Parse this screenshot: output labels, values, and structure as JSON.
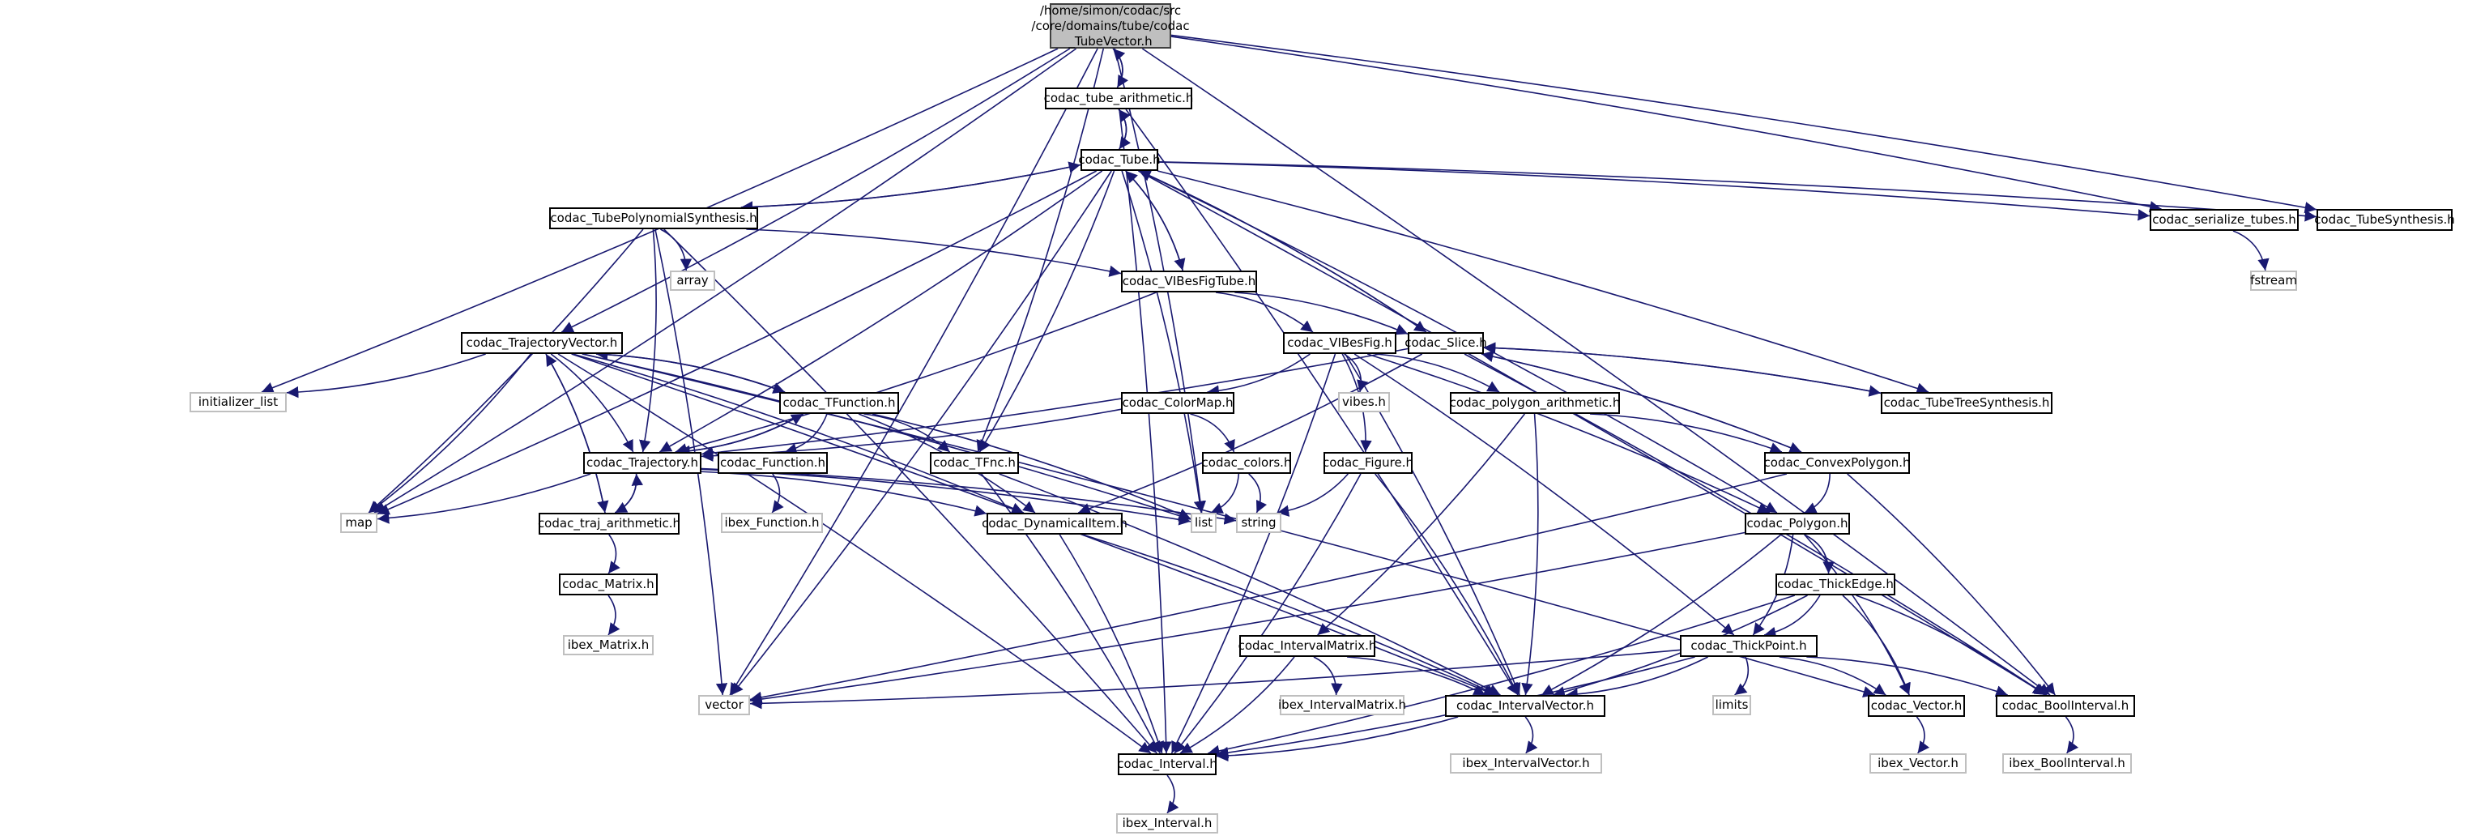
{
  "diagram": {
    "title": "Include dependency graph for codac_TubeVector.h",
    "colors": {
      "edge": "#191970",
      "root_fill": "#bfbfbf",
      "root_border": "#404040",
      "node_border": "#000000",
      "external_border": "#bfbfbf"
    },
    "nodes": [
      {
        "id": "root",
        "label": "/home/simon/codac/src\n/core/domains/tube/codac\n_TubeVector.h",
        "kind": "root"
      },
      {
        "id": "tube_arith",
        "label": "codac_tube_arithmetic.h",
        "kind": "internal"
      },
      {
        "id": "tube",
        "label": "codac_Tube.h",
        "kind": "internal"
      },
      {
        "id": "tps",
        "label": "codac_TubePolynomialSynthesis.h",
        "kind": "internal"
      },
      {
        "id": "array",
        "label": "array",
        "kind": "external"
      },
      {
        "id": "vibesfigtube",
        "label": "codac_VIBesFigTube.h",
        "kind": "internal"
      },
      {
        "id": "trajvec",
        "label": "codac_TrajectoryVector.h",
        "kind": "internal"
      },
      {
        "id": "vibesfig",
        "label": "codac_VIBesFig.h",
        "kind": "internal"
      },
      {
        "id": "slice",
        "label": "codac_Slice.h",
        "kind": "internal"
      },
      {
        "id": "serialize",
        "label": "codac_serialize_tubes.h",
        "kind": "internal"
      },
      {
        "id": "tubesynth",
        "label": "codac_TubeSynthesis.h",
        "kind": "internal"
      },
      {
        "id": "fstream",
        "label": "fstream",
        "kind": "external"
      },
      {
        "id": "initlist",
        "label": "initializer_list",
        "kind": "external"
      },
      {
        "id": "tfunction",
        "label": "codac_TFunction.h",
        "kind": "internal"
      },
      {
        "id": "colormap",
        "label": "codac_ColorMap.h",
        "kind": "internal"
      },
      {
        "id": "vibes",
        "label": "vibes.h",
        "kind": "external"
      },
      {
        "id": "polyarith",
        "label": "codac_polygon_arithmetic.h",
        "kind": "internal"
      },
      {
        "id": "treesynth",
        "label": "codac_TubeTreeSynthesis.h",
        "kind": "internal"
      },
      {
        "id": "trajectory",
        "label": "codac_Trajectory.h",
        "kind": "internal"
      },
      {
        "id": "function",
        "label": "codac_Function.h",
        "kind": "internal"
      },
      {
        "id": "tfnc",
        "label": "codac_TFnc.h",
        "kind": "internal"
      },
      {
        "id": "colors",
        "label": "codac_colors.h",
        "kind": "internal"
      },
      {
        "id": "figure",
        "label": "codac_Figure.h",
        "kind": "internal"
      },
      {
        "id": "convexpoly",
        "label": "codac_ConvexPolygon.h",
        "kind": "internal"
      },
      {
        "id": "map",
        "label": "map",
        "kind": "external"
      },
      {
        "id": "trajarith",
        "label": "codac_traj_arithmetic.h",
        "kind": "internal"
      },
      {
        "id": "ibexfunction",
        "label": "ibex_Function.h",
        "kind": "external"
      },
      {
        "id": "dynitem",
        "label": "codac_DynamicalItem.h",
        "kind": "internal"
      },
      {
        "id": "list",
        "label": "list",
        "kind": "external"
      },
      {
        "id": "string",
        "label": "string",
        "kind": "external"
      },
      {
        "id": "polygon",
        "label": "codac_Polygon.h",
        "kind": "internal"
      },
      {
        "id": "matrix",
        "label": "codac_Matrix.h",
        "kind": "internal"
      },
      {
        "id": "thickedge",
        "label": "codac_ThickEdge.h",
        "kind": "internal"
      },
      {
        "id": "ibexmatrix",
        "label": "ibex_Matrix.h",
        "kind": "external"
      },
      {
        "id": "intervalmatrix",
        "label": "codac_IntervalMatrix.h",
        "kind": "internal"
      },
      {
        "id": "thickpoint",
        "label": "codac_ThickPoint.h",
        "kind": "internal"
      },
      {
        "id": "vector",
        "label": "vector",
        "kind": "external"
      },
      {
        "id": "ibexintervalmatrix",
        "label": "ibex_IntervalMatrix.h",
        "kind": "external"
      },
      {
        "id": "intervalvector",
        "label": "codac_IntervalVector.h",
        "kind": "internal"
      },
      {
        "id": "limits",
        "label": "limits",
        "kind": "external"
      },
      {
        "id": "cvector",
        "label": "codac_Vector.h",
        "kind": "internal"
      },
      {
        "id": "boolinterval",
        "label": "codac_BoolInterval.h",
        "kind": "internal"
      },
      {
        "id": "interval",
        "label": "codac_Interval.h",
        "kind": "internal"
      },
      {
        "id": "ibexintervalvector",
        "label": "ibex_IntervalVector.h",
        "kind": "external"
      },
      {
        "id": "ibexvector",
        "label": "ibex_Vector.h",
        "kind": "external"
      },
      {
        "id": "ibexboolinterval",
        "label": "ibex_BoolInterval.h",
        "kind": "external"
      },
      {
        "id": "ibexinterval",
        "label": "ibex_Interval.h",
        "kind": "external"
      }
    ],
    "edges": [
      [
        "root",
        "tube_arith"
      ],
      [
        "tube_arith",
        "root"
      ],
      [
        "tube_arith",
        "tube"
      ],
      [
        "tube",
        "tube_arith"
      ],
      [
        "root",
        "trajvec"
      ],
      [
        "root",
        "initlist"
      ],
      [
        "root",
        "map"
      ],
      [
        "root",
        "vector"
      ],
      [
        "root",
        "tfnc"
      ],
      [
        "root",
        "serialize"
      ],
      [
        "root",
        "tubesynth"
      ],
      [
        "root",
        "boolinterval"
      ],
      [
        "root",
        "list"
      ],
      [
        "tube_arith",
        "interval"
      ],
      [
        "tube_arith",
        "intervalvector"
      ],
      [
        "tube",
        "tps"
      ],
      [
        "tps",
        "tube"
      ],
      [
        "tube",
        "slice"
      ],
      [
        "slice",
        "tube"
      ],
      [
        "tube",
        "trajectory"
      ],
      [
        "tube",
        "tfnc"
      ],
      [
        "tube",
        "list"
      ],
      [
        "tube",
        "serialize"
      ],
      [
        "tube",
        "tubesynth"
      ],
      [
        "tube",
        "treesynth"
      ],
      [
        "tube",
        "boolinterval"
      ],
      [
        "tube",
        "polygon"
      ],
      [
        "tube",
        "vector"
      ],
      [
        "tube",
        "map"
      ],
      [
        "tube",
        "vibesfigtube"
      ],
      [
        "tps",
        "array"
      ],
      [
        "tps",
        "map"
      ],
      [
        "tps",
        "trajectory"
      ],
      [
        "tps",
        "interval"
      ],
      [
        "tps",
        "vector"
      ],
      [
        "tps",
        "vibesfigtube"
      ],
      [
        "vibesfigtube",
        "tube"
      ],
      [
        "vibesfigtube",
        "vibesfig"
      ],
      [
        "vibesfigtube",
        "slice"
      ],
      [
        "vibesfigtube",
        "trajectory"
      ],
      [
        "serialize",
        "fstream"
      ],
      [
        "trajvec",
        "initlist"
      ],
      [
        "trajvec",
        "map"
      ],
      [
        "trajvec",
        "trajectory"
      ],
      [
        "trajvec",
        "trajarith"
      ],
      [
        "trajarith",
        "trajvec"
      ],
      [
        "trajvec",
        "tfunction"
      ],
      [
        "tfunction",
        "trajvec"
      ],
      [
        "trajvec",
        "interval"
      ],
      [
        "trajvec",
        "cvector"
      ],
      [
        "trajvec",
        "list"
      ],
      [
        "trajvec",
        "dynitem"
      ],
      [
        "trajvec",
        "intervalvector"
      ],
      [
        "vibesfig",
        "colormap"
      ],
      [
        "vibesfig",
        "vibes"
      ],
      [
        "vibesfig",
        "polyarith"
      ],
      [
        "vibesfig",
        "figure"
      ],
      [
        "vibesfig",
        "interval"
      ],
      [
        "vibesfig",
        "thickpoint"
      ],
      [
        "vibesfig",
        "polygon"
      ],
      [
        "vibesfig",
        "intervalvector"
      ],
      [
        "slice",
        "treesynth"
      ],
      [
        "treesynth",
        "slice"
      ],
      [
        "slice",
        "convexpoly"
      ],
      [
        "convexpoly",
        "slice"
      ],
      [
        "slice",
        "dynitem"
      ],
      [
        "slice",
        "trajectory"
      ],
      [
        "slice",
        "boolinterval"
      ],
      [
        "tfunction",
        "function"
      ],
      [
        "tfunction",
        "tfnc"
      ],
      [
        "tfunction",
        "trajectory"
      ],
      [
        "trajectory",
        "tfunction"
      ],
      [
        "tfunction",
        "dynitem"
      ],
      [
        "tfunction",
        "list"
      ],
      [
        "colormap",
        "trajectory"
      ],
      [
        "colormap",
        "colors"
      ],
      [
        "polyarith",
        "convexpoly"
      ],
      [
        "polyarith",
        "intervalmatrix"
      ],
      [
        "polyarith",
        "intervalvector"
      ],
      [
        "trajectory",
        "map"
      ],
      [
        "trajectory",
        "trajarith"
      ],
      [
        "trajarith",
        "trajectory"
      ],
      [
        "trajectory",
        "list"
      ],
      [
        "trajectory",
        "string"
      ],
      [
        "trajectory",
        "dynitem"
      ],
      [
        "function",
        "ibexfunction"
      ],
      [
        "tfnc",
        "interval"
      ],
      [
        "tfnc",
        "intervalvector"
      ],
      [
        "colors",
        "string"
      ],
      [
        "colors",
        "list"
      ],
      [
        "figure",
        "string"
      ],
      [
        "figure",
        "interval"
      ],
      [
        "figure",
        "intervalvector"
      ],
      [
        "convexpoly",
        "polygon"
      ],
      [
        "convexpoly",
        "vector"
      ],
      [
        "convexpoly",
        "boolinterval"
      ],
      [
        "trajarith",
        "matrix"
      ],
      [
        "matrix",
        "ibexmatrix"
      ],
      [
        "dynitem",
        "interval"
      ],
      [
        "dynitem",
        "intervalvector"
      ],
      [
        "polygon",
        "thickedge"
      ],
      [
        "polygon",
        "thickpoint"
      ],
      [
        "polygon",
        "cvector"
      ],
      [
        "polygon",
        "vector"
      ],
      [
        "polygon",
        "intervalvector"
      ],
      [
        "thickedge",
        "thickpoint"
      ],
      [
        "thickedge",
        "cvector"
      ],
      [
        "thickedge",
        "boolinterval"
      ],
      [
        "thickedge",
        "interval"
      ],
      [
        "thickedge",
        "intervalvector"
      ],
      [
        "intervalmatrix",
        "ibexintervalmatrix"
      ],
      [
        "intervalmatrix",
        "intervalvector"
      ],
      [
        "intervalmatrix",
        "interval"
      ],
      [
        "thickpoint",
        "limits"
      ],
      [
        "thickpoint",
        "intervalvector"
      ],
      [
        "thickpoint",
        "cvector"
      ],
      [
        "thickpoint",
        "boolinterval"
      ],
      [
        "thickpoint",
        "interval"
      ],
      [
        "thickpoint",
        "vector"
      ],
      [
        "intervalvector",
        "interval"
      ],
      [
        "intervalvector",
        "ibexintervalvector"
      ],
      [
        "cvector",
        "ibexvector"
      ],
      [
        "boolinterval",
        "ibexboolinterval"
      ],
      [
        "interval",
        "ibexinterval"
      ]
    ]
  }
}
